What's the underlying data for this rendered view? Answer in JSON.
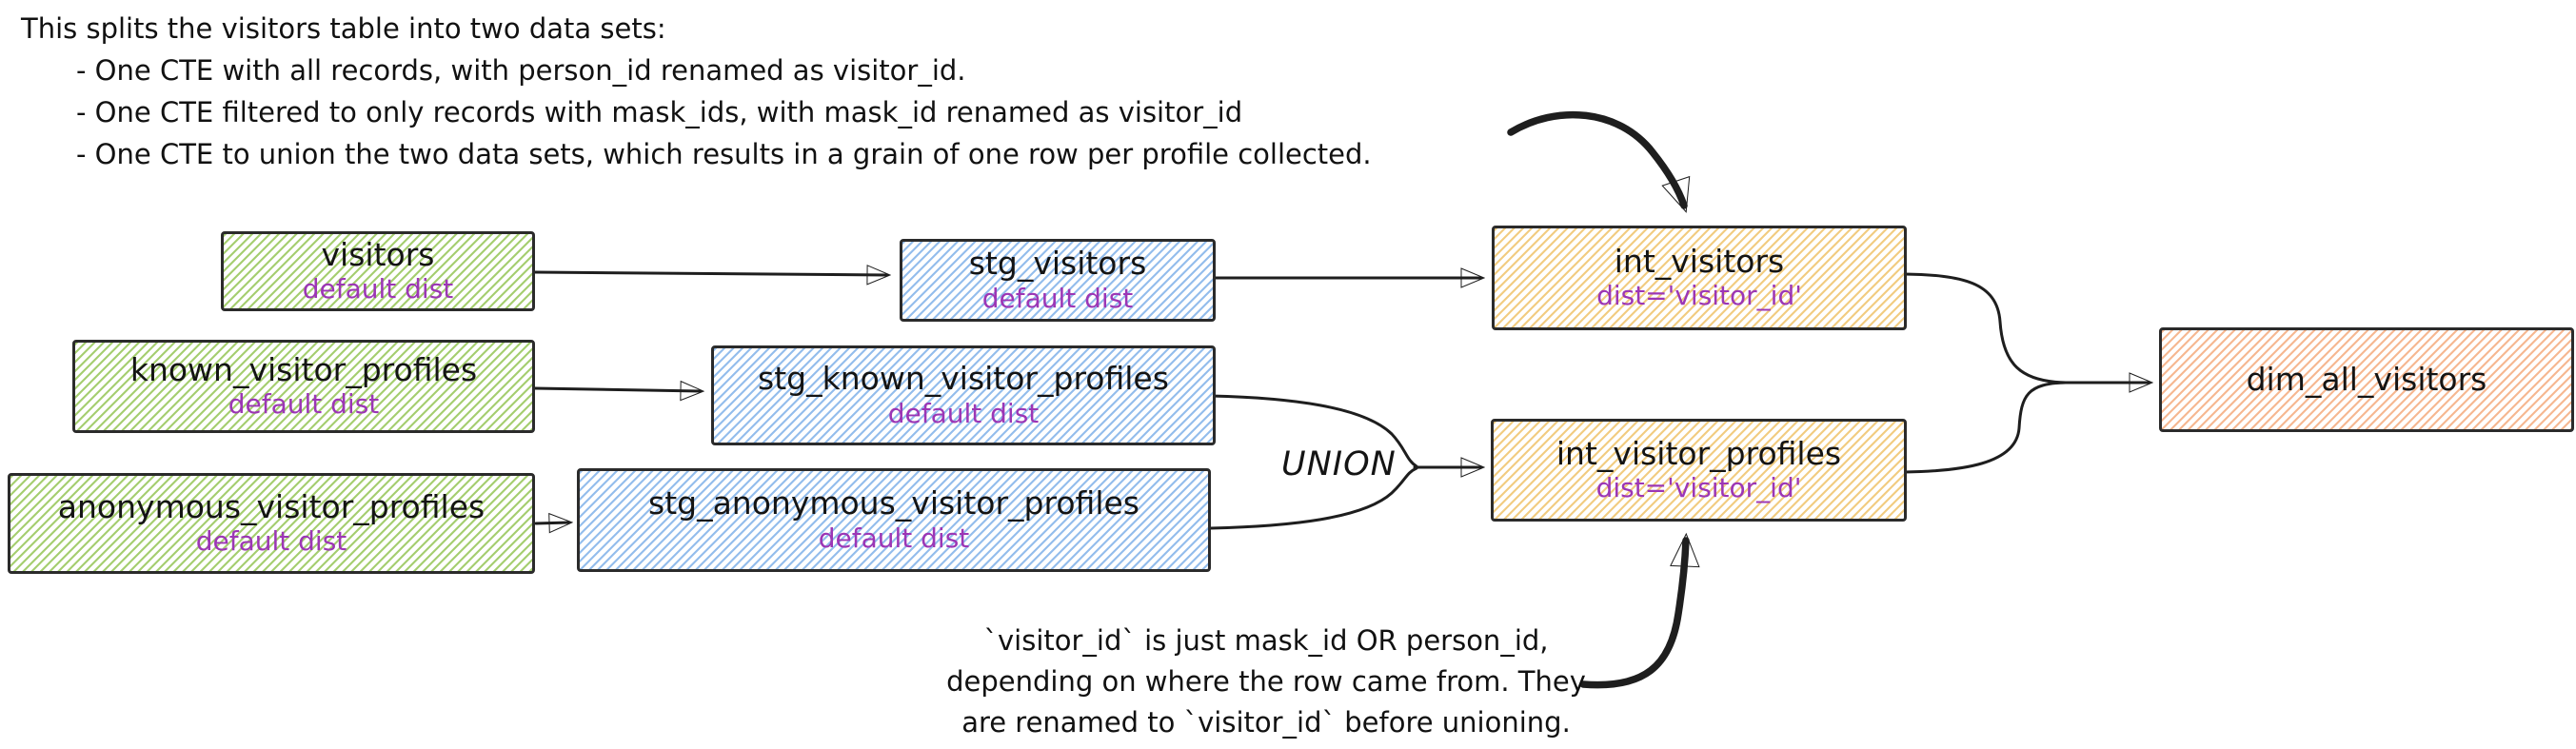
{
  "colors": {
    "ink": "#1e1e1e",
    "note_text": "#111111",
    "accent_purple": "#9c36b5",
    "source_green_hatch": "#96c658",
    "staging_blue_hatch": "#7aade8",
    "intermediate_yellow_hatch": "#eec062",
    "mart_orange_hatch": "#f4a676"
  },
  "top_note": {
    "intro": "This splits the visitors table into two data sets:",
    "bullets": [
      "- One CTE with all records, with person_id renamed as visitor_id.",
      "- One CTE filtered to only records with mask_ids, with mask_id renamed as visitor_id",
      "- One CTE to union the two data sets, which results in a grain of one row per profile collected."
    ]
  },
  "bottom_note": {
    "lines": [
      "`visitor_id` is just mask_id OR person_id,",
      "depending on where the row came from. They",
      "are renamed to `visitor_id` before unioning."
    ]
  },
  "union_label": "UNION",
  "nodes": {
    "visitors": {
      "label": "visitors",
      "sublabel": "default dist"
    },
    "stg_visitors": {
      "label": "stg_visitors",
      "sublabel": "default dist"
    },
    "int_visitors": {
      "label": "int_visitors",
      "sublabel": "dist='visitor_id'"
    },
    "known_visitor_profiles": {
      "label": "known_visitor_profiles",
      "sublabel": "default dist"
    },
    "stg_known_visitor_profiles": {
      "label": "stg_known_visitor_profiles",
      "sublabel": "default dist"
    },
    "anonymous_visitor_profiles": {
      "label": "anonymous_visitor_profiles",
      "sublabel": "default dist"
    },
    "stg_anonymous_visitor_profiles": {
      "label": "stg_anonymous_visitor_profiles",
      "sublabel": "default dist"
    },
    "int_visitor_profiles": {
      "label": "int_visitor_profiles",
      "sublabel": "dist='visitor_id'"
    },
    "dim_all_visitors": {
      "label": "dim_all_visitors",
      "sublabel": ""
    }
  }
}
